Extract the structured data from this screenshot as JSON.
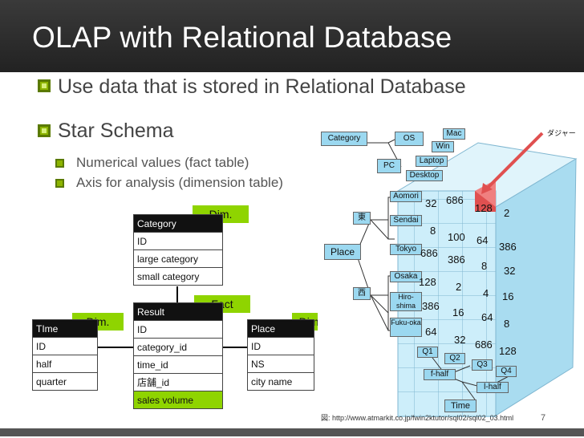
{
  "slide": {
    "title": "OLAP with Relational Database",
    "bullets": [
      {
        "text": "Use data that is stored in Relational Database"
      },
      {
        "text": "Star Schema"
      }
    ],
    "sub_bullets": [
      {
        "text": "Numerical values (fact table)"
      },
      {
        "text": "Axis for analysis (dimension table)"
      }
    ],
    "page_number": "7",
    "citation": "図: http://www.atmarkit.co.jp/fwin2ktutor/sql02/sql02_03.html"
  },
  "category_table": {
    "tag": "Dim.",
    "header": "Category",
    "rows": [
      "ID",
      "large category",
      "small category"
    ]
  },
  "result_table": {
    "tag": "Fact",
    "header": "Result",
    "rows": [
      "ID",
      "category_id",
      "time_id",
      "店舗_id",
      "sales volume"
    ]
  },
  "time_table": {
    "tag": "Dim.",
    "header": "TIme",
    "rows": [
      "ID",
      "half",
      "quarter"
    ]
  },
  "place_table": {
    "tag": "Dim.",
    "header": "Place",
    "rows": [
      "ID",
      "NS",
      "city name"
    ]
  },
  "cube": {
    "category_label": "Category",
    "os_label": "OS",
    "pc_label": "PC",
    "mac": "Mac",
    "win": "Win",
    "laptop": "Laptop",
    "desktop": "Desktop",
    "place_label": "Place",
    "east": "東",
    "west": "西",
    "cities": [
      "Aomori",
      "Sendai",
      "Tokyo",
      "Osaka",
      "Hiro-shima",
      "Fuku-oka"
    ],
    "values": [
      "32",
      "686",
      "128",
      "2",
      "8",
      "100",
      "64",
      "386",
      "686",
      "386",
      "8",
      "32",
      "128",
      "2",
      "4",
      "16",
      "386",
      "16",
      "64",
      "8",
      "64",
      "32",
      "686",
      "128"
    ],
    "quarters": [
      "Q1",
      "Q2",
      "Q3",
      "Q4"
    ],
    "halves": [
      "f-half",
      "l-half"
    ],
    "time_label": "Time",
    "pointer_note": "ダジャー"
  }
}
